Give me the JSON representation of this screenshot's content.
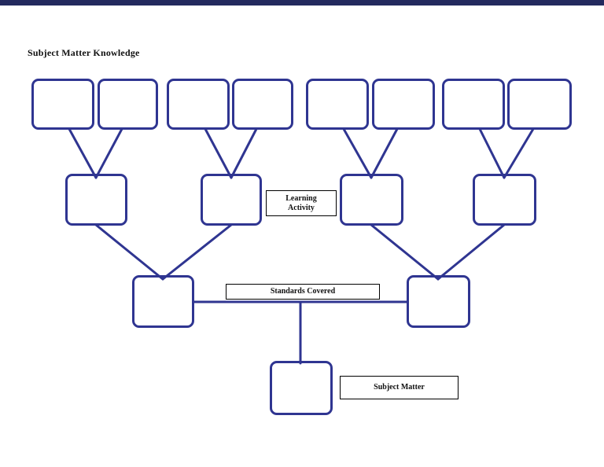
{
  "page": {
    "title": "Subject Matter Knowledge",
    "background_color": "#FFFFFF",
    "top_bar_color": "#232A5E"
  },
  "diagram": {
    "type": "graphic-organizer-tree",
    "accent_color": "#2F3591",
    "label_border_color": "#000000",
    "labels": {
      "learning_activity": "Learning Activity",
      "standards_covered": "Standards Covered",
      "subject_matter": "Subject Matter"
    },
    "nodes": {
      "top_row_empty_boxes": 8,
      "second_row_empty_boxes": 4,
      "third_row_empty_boxes": 2,
      "bottom_empty_boxes": 1
    }
  }
}
